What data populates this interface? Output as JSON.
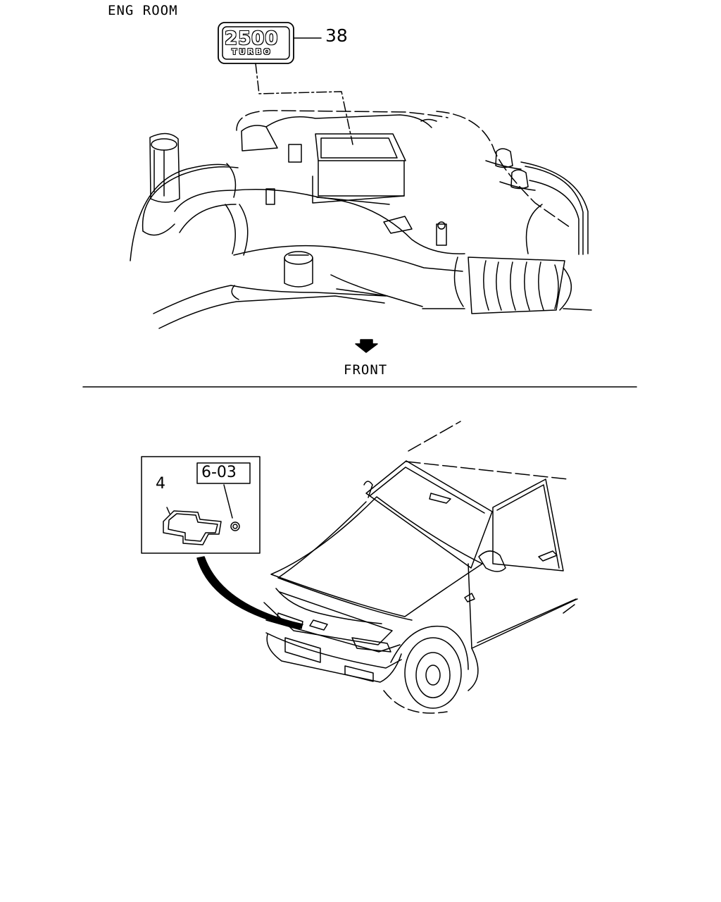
{
  "engine_room": {
    "title": "ENG ROOM",
    "front_label": "FRONT"
  },
  "badge": {
    "number_text": "2500",
    "word_text": "TURBO",
    "callout": "38"
  },
  "emblem": {
    "callout": "4",
    "reference": "6-03"
  }
}
